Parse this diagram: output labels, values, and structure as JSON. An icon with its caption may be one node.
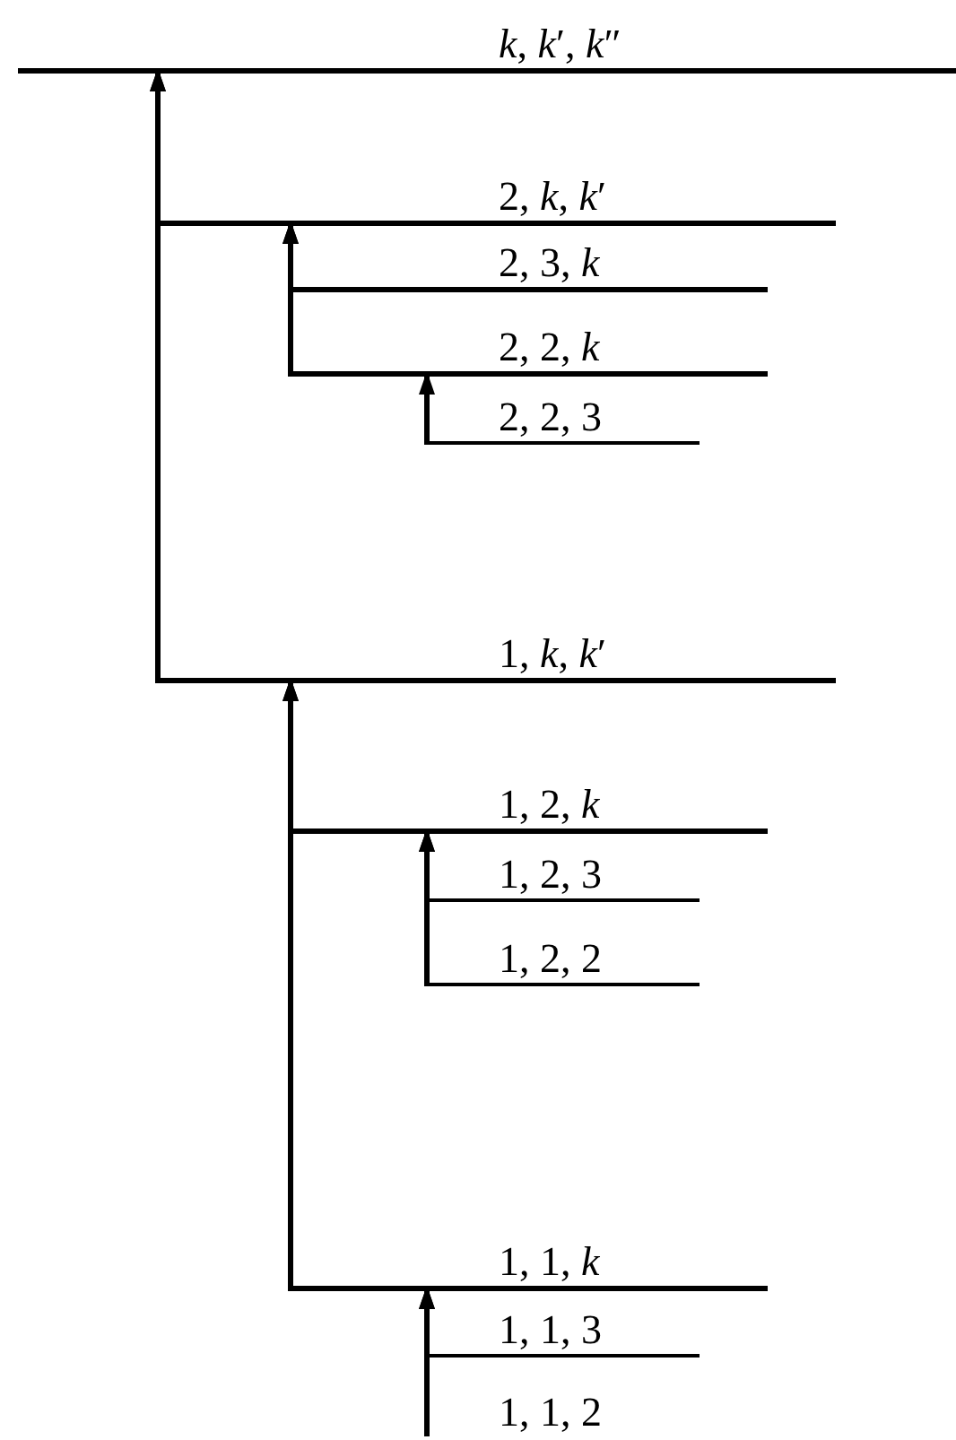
{
  "diagram": {
    "nodes": [
      {
        "text": [
          "*k*, *k*′, *k*″"
        ]
      },
      {
        "text": [
          "2, *k*, *k*′"
        ]
      },
      {
        "text": [
          "2, 3, *k*"
        ]
      },
      {
        "text": [
          "2, 2, *k*"
        ]
      },
      {
        "text": [
          "2, 2, 3"
        ]
      },
      {
        "text": [
          "1, *k*, *k*′"
        ]
      },
      {
        "text": [
          "1, 2, *k*"
        ]
      },
      {
        "text": [
          "1, 2, 3"
        ]
      },
      {
        "text": [
          "1, 2, 2"
        ]
      },
      {
        "text": [
          "1, 1, *k*"
        ]
      },
      {
        "text": [
          "1, 1, 3"
        ]
      },
      {
        "text": [
          "1, 1, 2"
        ]
      }
    ],
    "edges": [
      {
        "from": 5,
        "to": 0,
        "arrow": "to"
      },
      {
        "from": 1,
        "to": 0,
        "arrow": "to"
      },
      {
        "from": 3,
        "to": 1,
        "arrow": "to"
      },
      {
        "from": 2,
        "to": 1,
        "arrow": "to"
      },
      {
        "from": 4,
        "to": 3,
        "arrow": "to"
      },
      {
        "from": 9,
        "to": 5,
        "arrow": "to"
      },
      {
        "from": 6,
        "to": 5,
        "arrow": "to"
      },
      {
        "from": 8,
        "to": 6,
        "arrow": "to"
      },
      {
        "from": 7,
        "to": 6,
        "arrow": "to"
      },
      {
        "from": 11,
        "to": 9,
        "arrow": "to"
      },
      {
        "from": 10,
        "to": 9,
        "arrow": "to"
      }
    ]
  }
}
